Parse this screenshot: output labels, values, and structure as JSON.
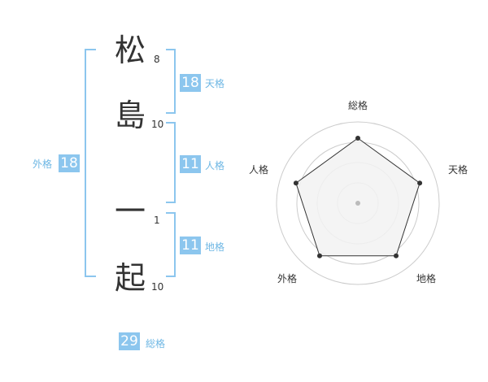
{
  "name": {
    "characters": [
      {
        "char": "松",
        "strokes": "8"
      },
      {
        "char": "島",
        "strokes": "10"
      },
      {
        "char": "一",
        "strokes": "1"
      },
      {
        "char": "起",
        "strokes": "10"
      }
    ]
  },
  "fortunes": {
    "tenkaku": {
      "value": "18",
      "label": "天格"
    },
    "jinkaku": {
      "value": "11",
      "label": "人格"
    },
    "chikaku": {
      "value": "11",
      "label": "地格"
    },
    "gaikaku": {
      "value": "18",
      "label": "外格"
    },
    "soukaku": {
      "value": "29",
      "label": "総格"
    }
  },
  "radar": {
    "axes": [
      "総格",
      "天格",
      "地格",
      "外格",
      "人格"
    ],
    "levels": 4,
    "values": [
      0.8,
      0.8,
      0.8,
      0.8,
      0.8
    ],
    "colors": {
      "fill": "#f2f2f2",
      "stroke": "#333333",
      "grid": "#cccccc",
      "point": "#333333"
    }
  },
  "colors": {
    "accent": "#8cc6ee",
    "accent_text": "#6eb7e4"
  }
}
